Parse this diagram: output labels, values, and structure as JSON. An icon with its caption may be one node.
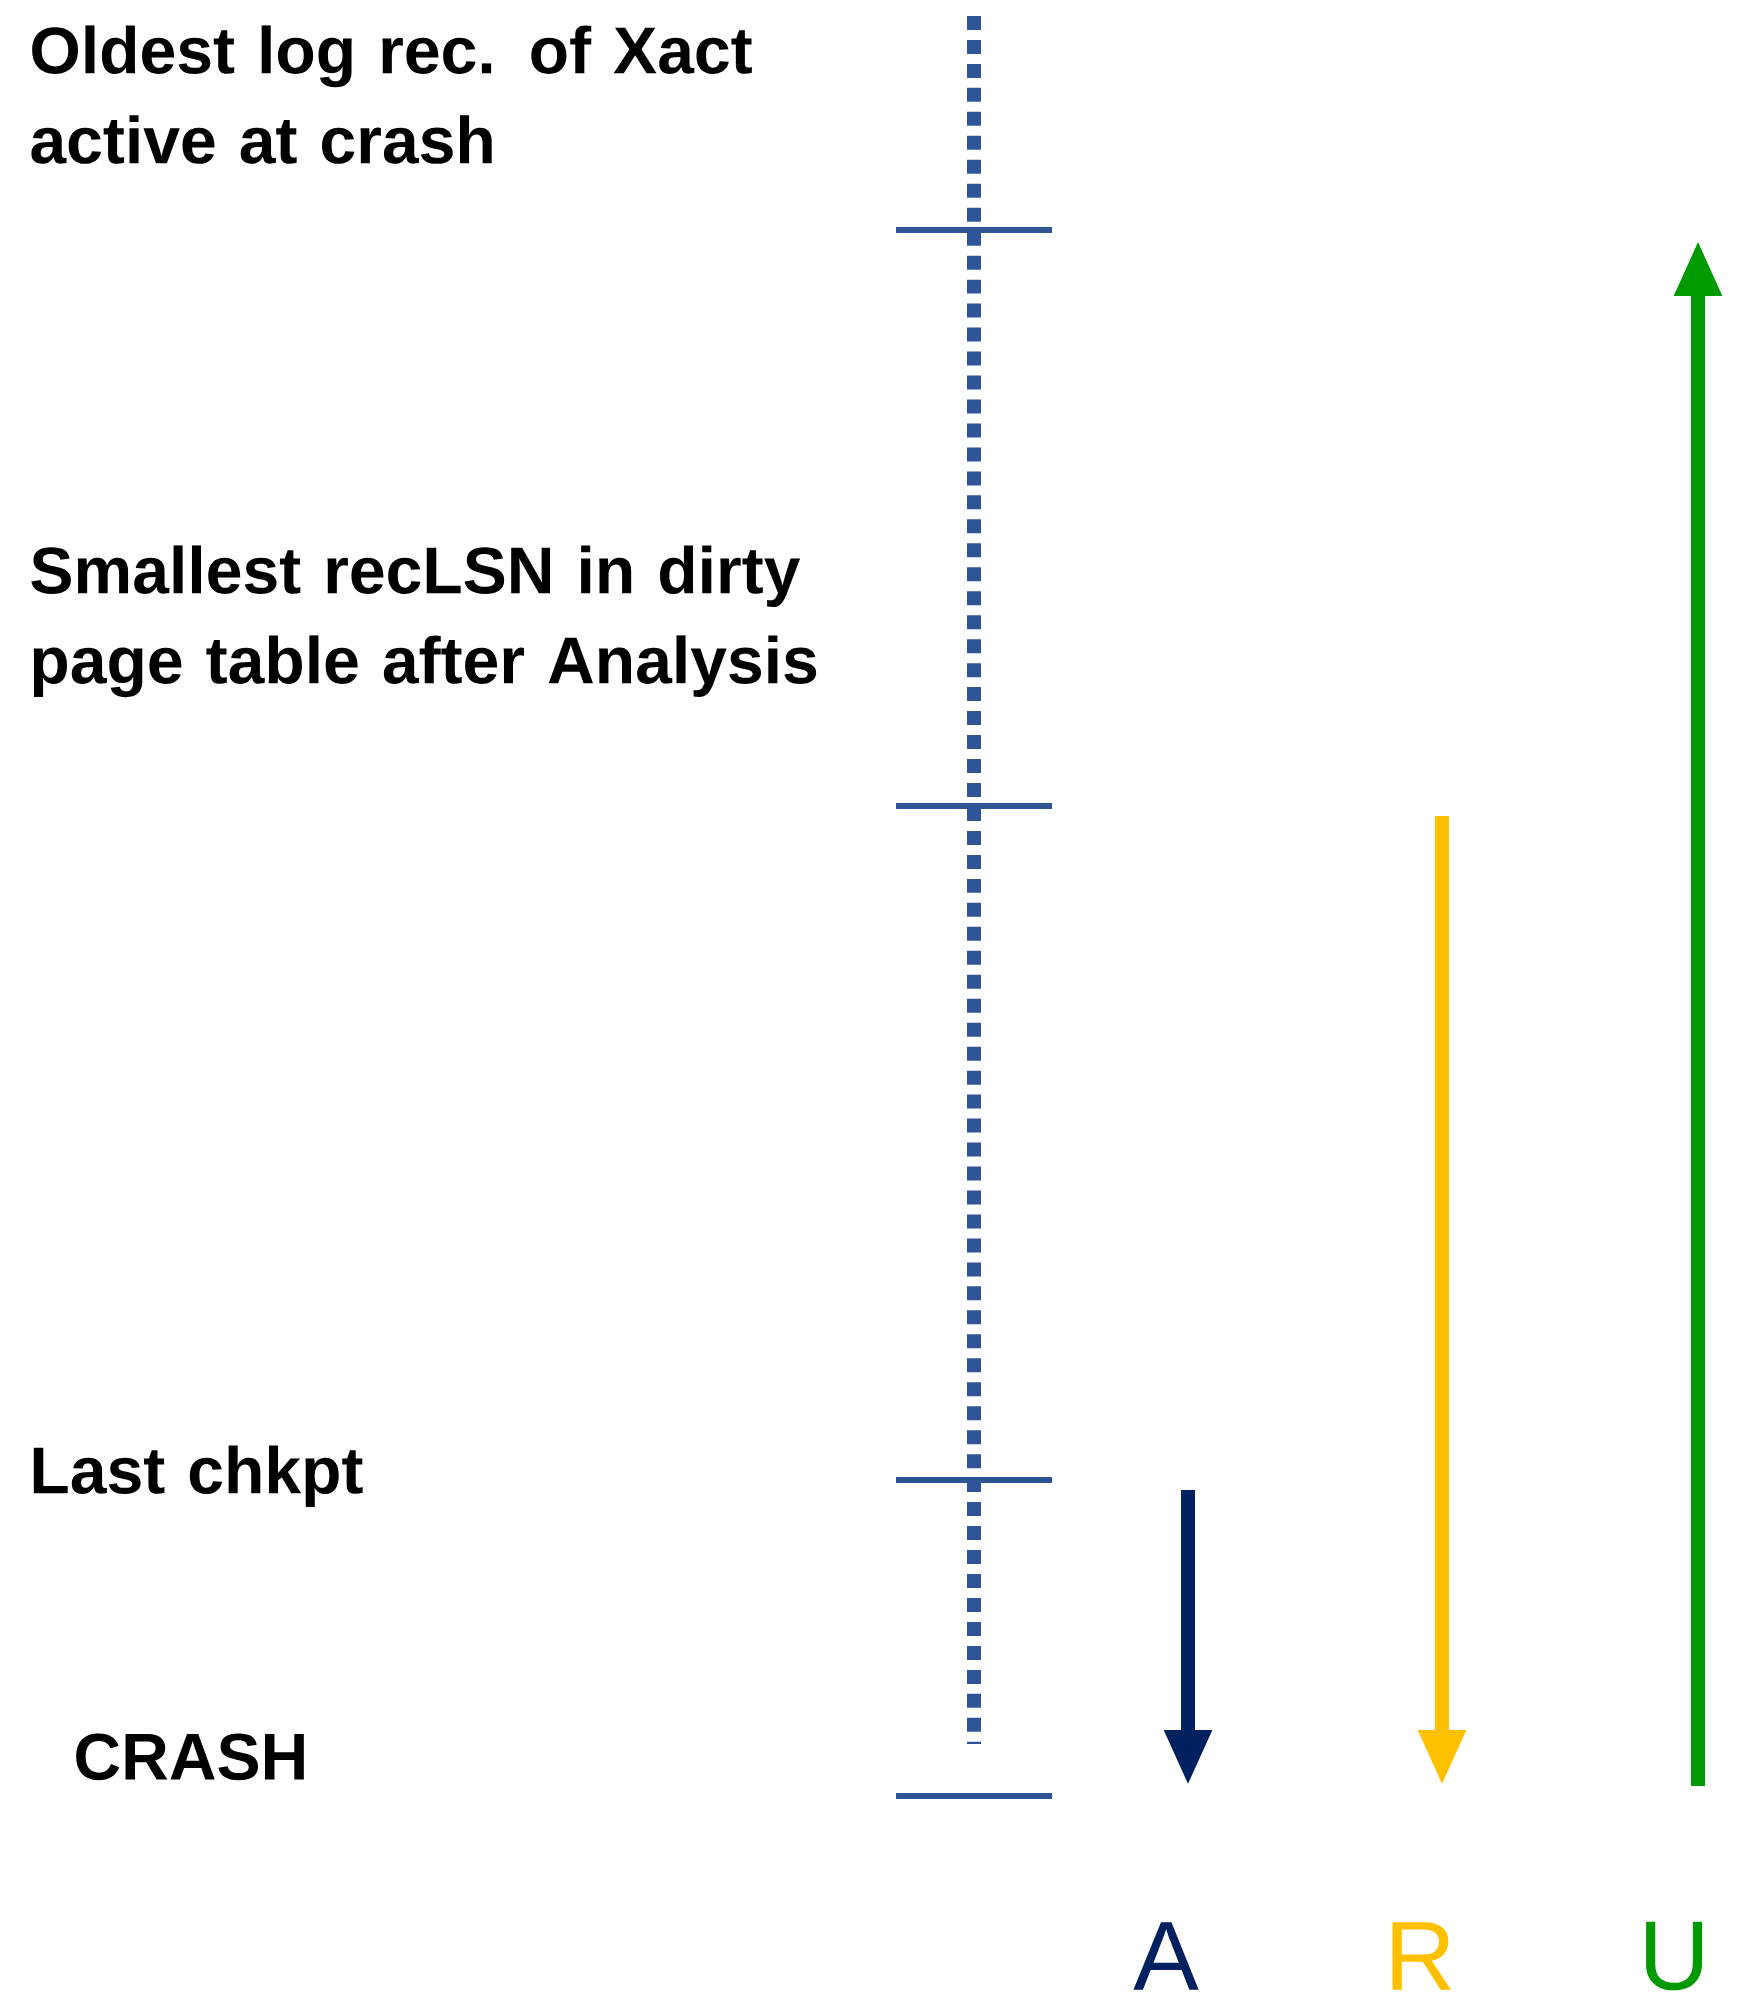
{
  "diagram": {
    "labels": [
      "Oldest log rec. of Xact active at crash",
      "Smallest recLSN in dirty page table after Analysis",
      "Last chkpt",
      "CRASH",
      "A",
      "R",
      "U"
    ]
  }
}
